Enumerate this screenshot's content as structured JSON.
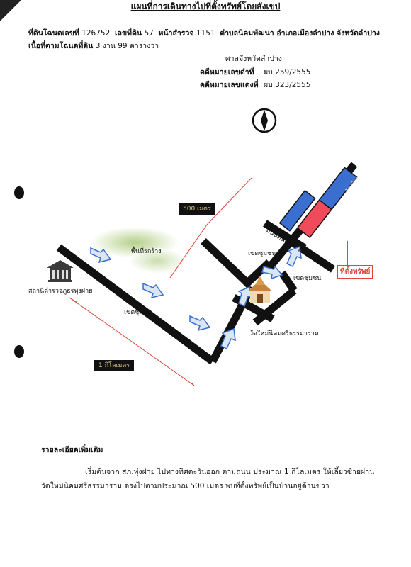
{
  "title": "แผนที่การเดินทางไปที่ตั้งทรัพย์โดยสังเขป",
  "header": {
    "deed_label": "ที่ดินโฉนดเลขที่",
    "deed_no": "126752",
    "land_label": "เลขที่ดิน",
    "land_no": "57",
    "survey_label": "หน้าสำรวจ",
    "survey_no": "1151",
    "location": "ตำบลนิคมพัฒนา อำเภอเมืองลำปาง จังหวัดลำปาง",
    "area_label": "เนื้อที่ตามโฉนดที่ดิน",
    "area_value": "3 งาน 99 ตารางวา",
    "court": "ศาลจังหวัดลำปาง",
    "black_case_label": "คดีหมายเลขดำที่",
    "black_case_no": "ผบ.259/2555",
    "red_case_label": "คดีหมายเลขแดงที่",
    "red_case_no": "ผบ.323/2555"
  },
  "map": {
    "label_500m": "500 เมตร",
    "label_1km": "1 กิโลเมตร",
    "open_area": "พื้นที่รกร้าง",
    "police_station": "สถานีตำรวจภูธรทุ่งฝาย",
    "area_chumchon_1": "เขตชุมชน",
    "area_chumchon_2": "เขตชุมชน",
    "area_chumchon_3": "เขตชุมชน",
    "soil_road_1": "ถนนดินแดง",
    "soil_road_2": "ถนนดินแดง",
    "temple": "วัดใหม่นิคมศรีธรรมาราม",
    "house_left": "บ้านพักอาศัย",
    "house_top": "บ้านพักอาศัย",
    "property": "ที่ตั้งทรัพย์",
    "colors": {
      "road": "#111111",
      "blue_house": "#3a6fd0",
      "property": "#ef4b5a",
      "red_line": "#e0473a",
      "vegetation": "#b6d08a"
    }
  },
  "details": {
    "heading": "รายละเอียดเพิ่มเติม",
    "line1": "เริ่มต้นจาก สภ.ทุ่งฝาย ไปทางทิศตะวันออก ตามถนน ประมาณ 1 กิโลเมตร ให้เลี้ยวซ้ายผ่าน",
    "line2": "วัดใหม่นิคมศรีธรรมาราม ตรงไปตามประมาณ 500 เมตร พบที่ตั้งทรัพย์เป็นบ้านอยู่ด้านขวา"
  }
}
